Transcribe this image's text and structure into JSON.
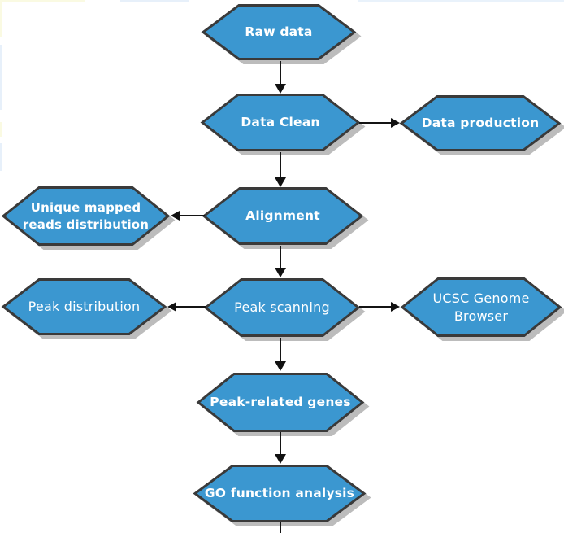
{
  "diagram": {
    "type": "flowchart",
    "nodes": {
      "raw_data": {
        "label": "Raw data"
      },
      "data_clean": {
        "label": "Data Clean"
      },
      "data_production": {
        "label": "Data production"
      },
      "unique_mapped": {
        "label": "Unique mapped reads distribution"
      },
      "alignment": {
        "label": "Alignment"
      },
      "peak_distribution": {
        "label": "Peak distribution"
      },
      "peak_scanning": {
        "label": "Peak scanning"
      },
      "ucsc": {
        "label": "UCSC Genome Browser"
      },
      "peak_related": {
        "label": "Peak-related genes"
      },
      "go_function": {
        "label": "GO function analysis"
      }
    },
    "edges": [
      {
        "from": "Raw data",
        "to": "Data Clean",
        "direction": "down"
      },
      {
        "from": "Data Clean",
        "to": "Data production",
        "direction": "right"
      },
      {
        "from": "Data Clean",
        "to": "Alignment",
        "direction": "down"
      },
      {
        "from": "Alignment",
        "to": "Unique mapped reads distribution",
        "direction": "left"
      },
      {
        "from": "Alignment",
        "to": "Peak scanning",
        "direction": "down"
      },
      {
        "from": "Peak scanning",
        "to": "Peak distribution",
        "direction": "left"
      },
      {
        "from": "Peak scanning",
        "to": "UCSC Genome Browser",
        "direction": "right"
      },
      {
        "from": "Peak scanning",
        "to": "Peak-related genes",
        "direction": "down"
      },
      {
        "from": "Peak-related genes",
        "to": "GO function analysis",
        "direction": "down"
      }
    ],
    "colors": {
      "node_fill": "#3b97d0",
      "node_border": "#3a3a3a",
      "shadow": "#bcbcbc",
      "text": "#ffffff",
      "line": "#141414",
      "background": "#ffffff"
    }
  }
}
